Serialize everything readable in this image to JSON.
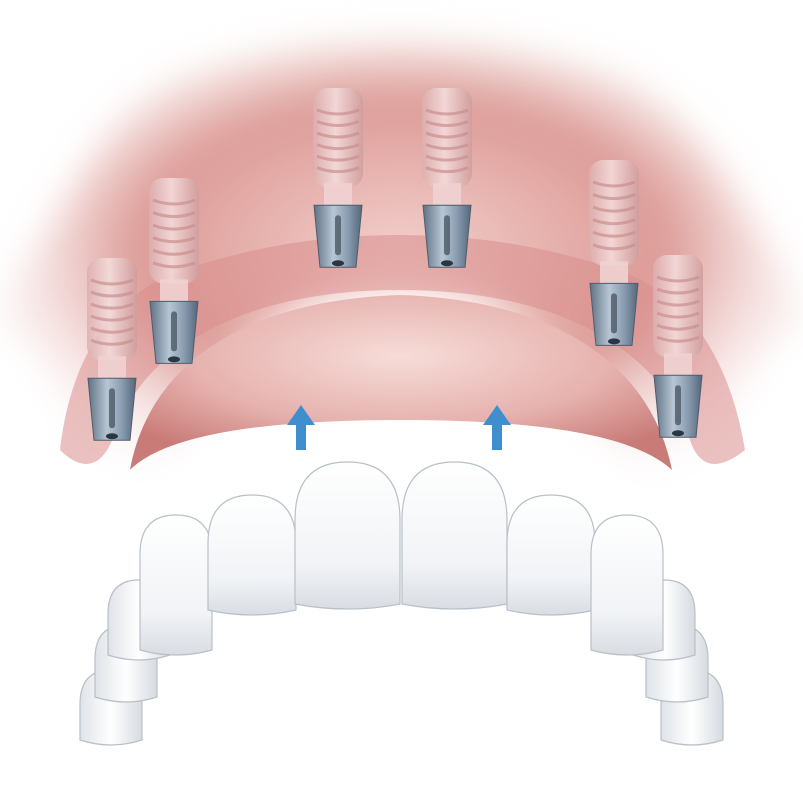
{
  "illustration": {
    "subject": "dental-implant-bridge",
    "implant_count": 6,
    "arrow_count": 2,
    "colors": {
      "background": "#ffffff",
      "gum": "#d98e8c",
      "gum_light": "#f2c9c6",
      "implant_body": "#e9c5c5",
      "abutment": "#7f93a8",
      "arrow": "#3f8fcf",
      "teeth": "#f4f6f8"
    },
    "icons": [
      "implant-icon",
      "abutment-icon",
      "up-arrow-icon",
      "tooth-icon"
    ]
  }
}
